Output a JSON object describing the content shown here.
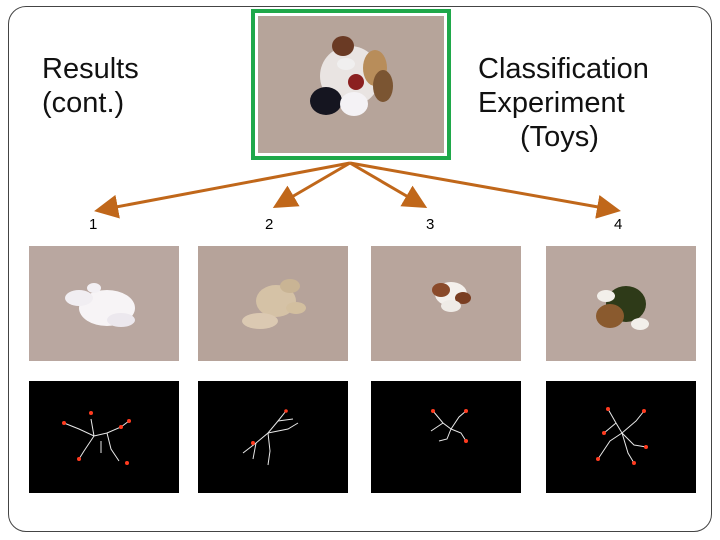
{
  "slide": {
    "title_left": [
      "Results",
      "(cont.)"
    ],
    "title_right": [
      "Classification",
      "Experiment",
      "(Toys)"
    ],
    "labels": [
      "1",
      "2",
      "3",
      "4"
    ]
  },
  "colors": {
    "frame_border": "#1fa84a",
    "arrow": "#c0671a",
    "skeleton_endpoint": "#ff3b1f",
    "photo_background": "#b8a59c"
  }
}
